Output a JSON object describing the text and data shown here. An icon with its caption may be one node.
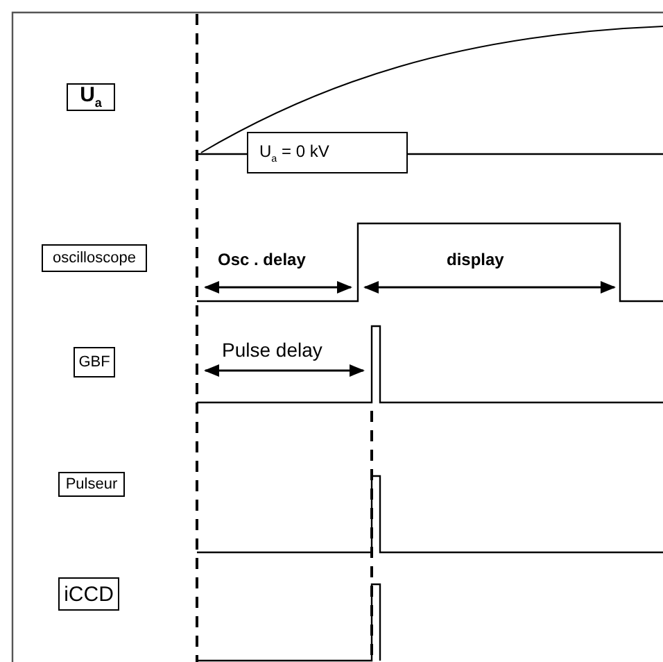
{
  "diagram": {
    "nodes": [
      {
        "text": [
          "U$_{a}$"
        ]
      },
      {
        "text": [
          "U$_{a}$ = 0 kV"
        ]
      },
      {
        "text": [
          "oscilloscope"
        ]
      },
      {
        "text": [
          "GBF"
        ]
      },
      {
        "text": [
          "Pulseur"
        ]
      },
      {
        "text": [
          "iCCD"
        ]
      }
    ],
    "labels": [
      "Osc . delay",
      "display",
      "Pulse delay"
    ]
  }
}
